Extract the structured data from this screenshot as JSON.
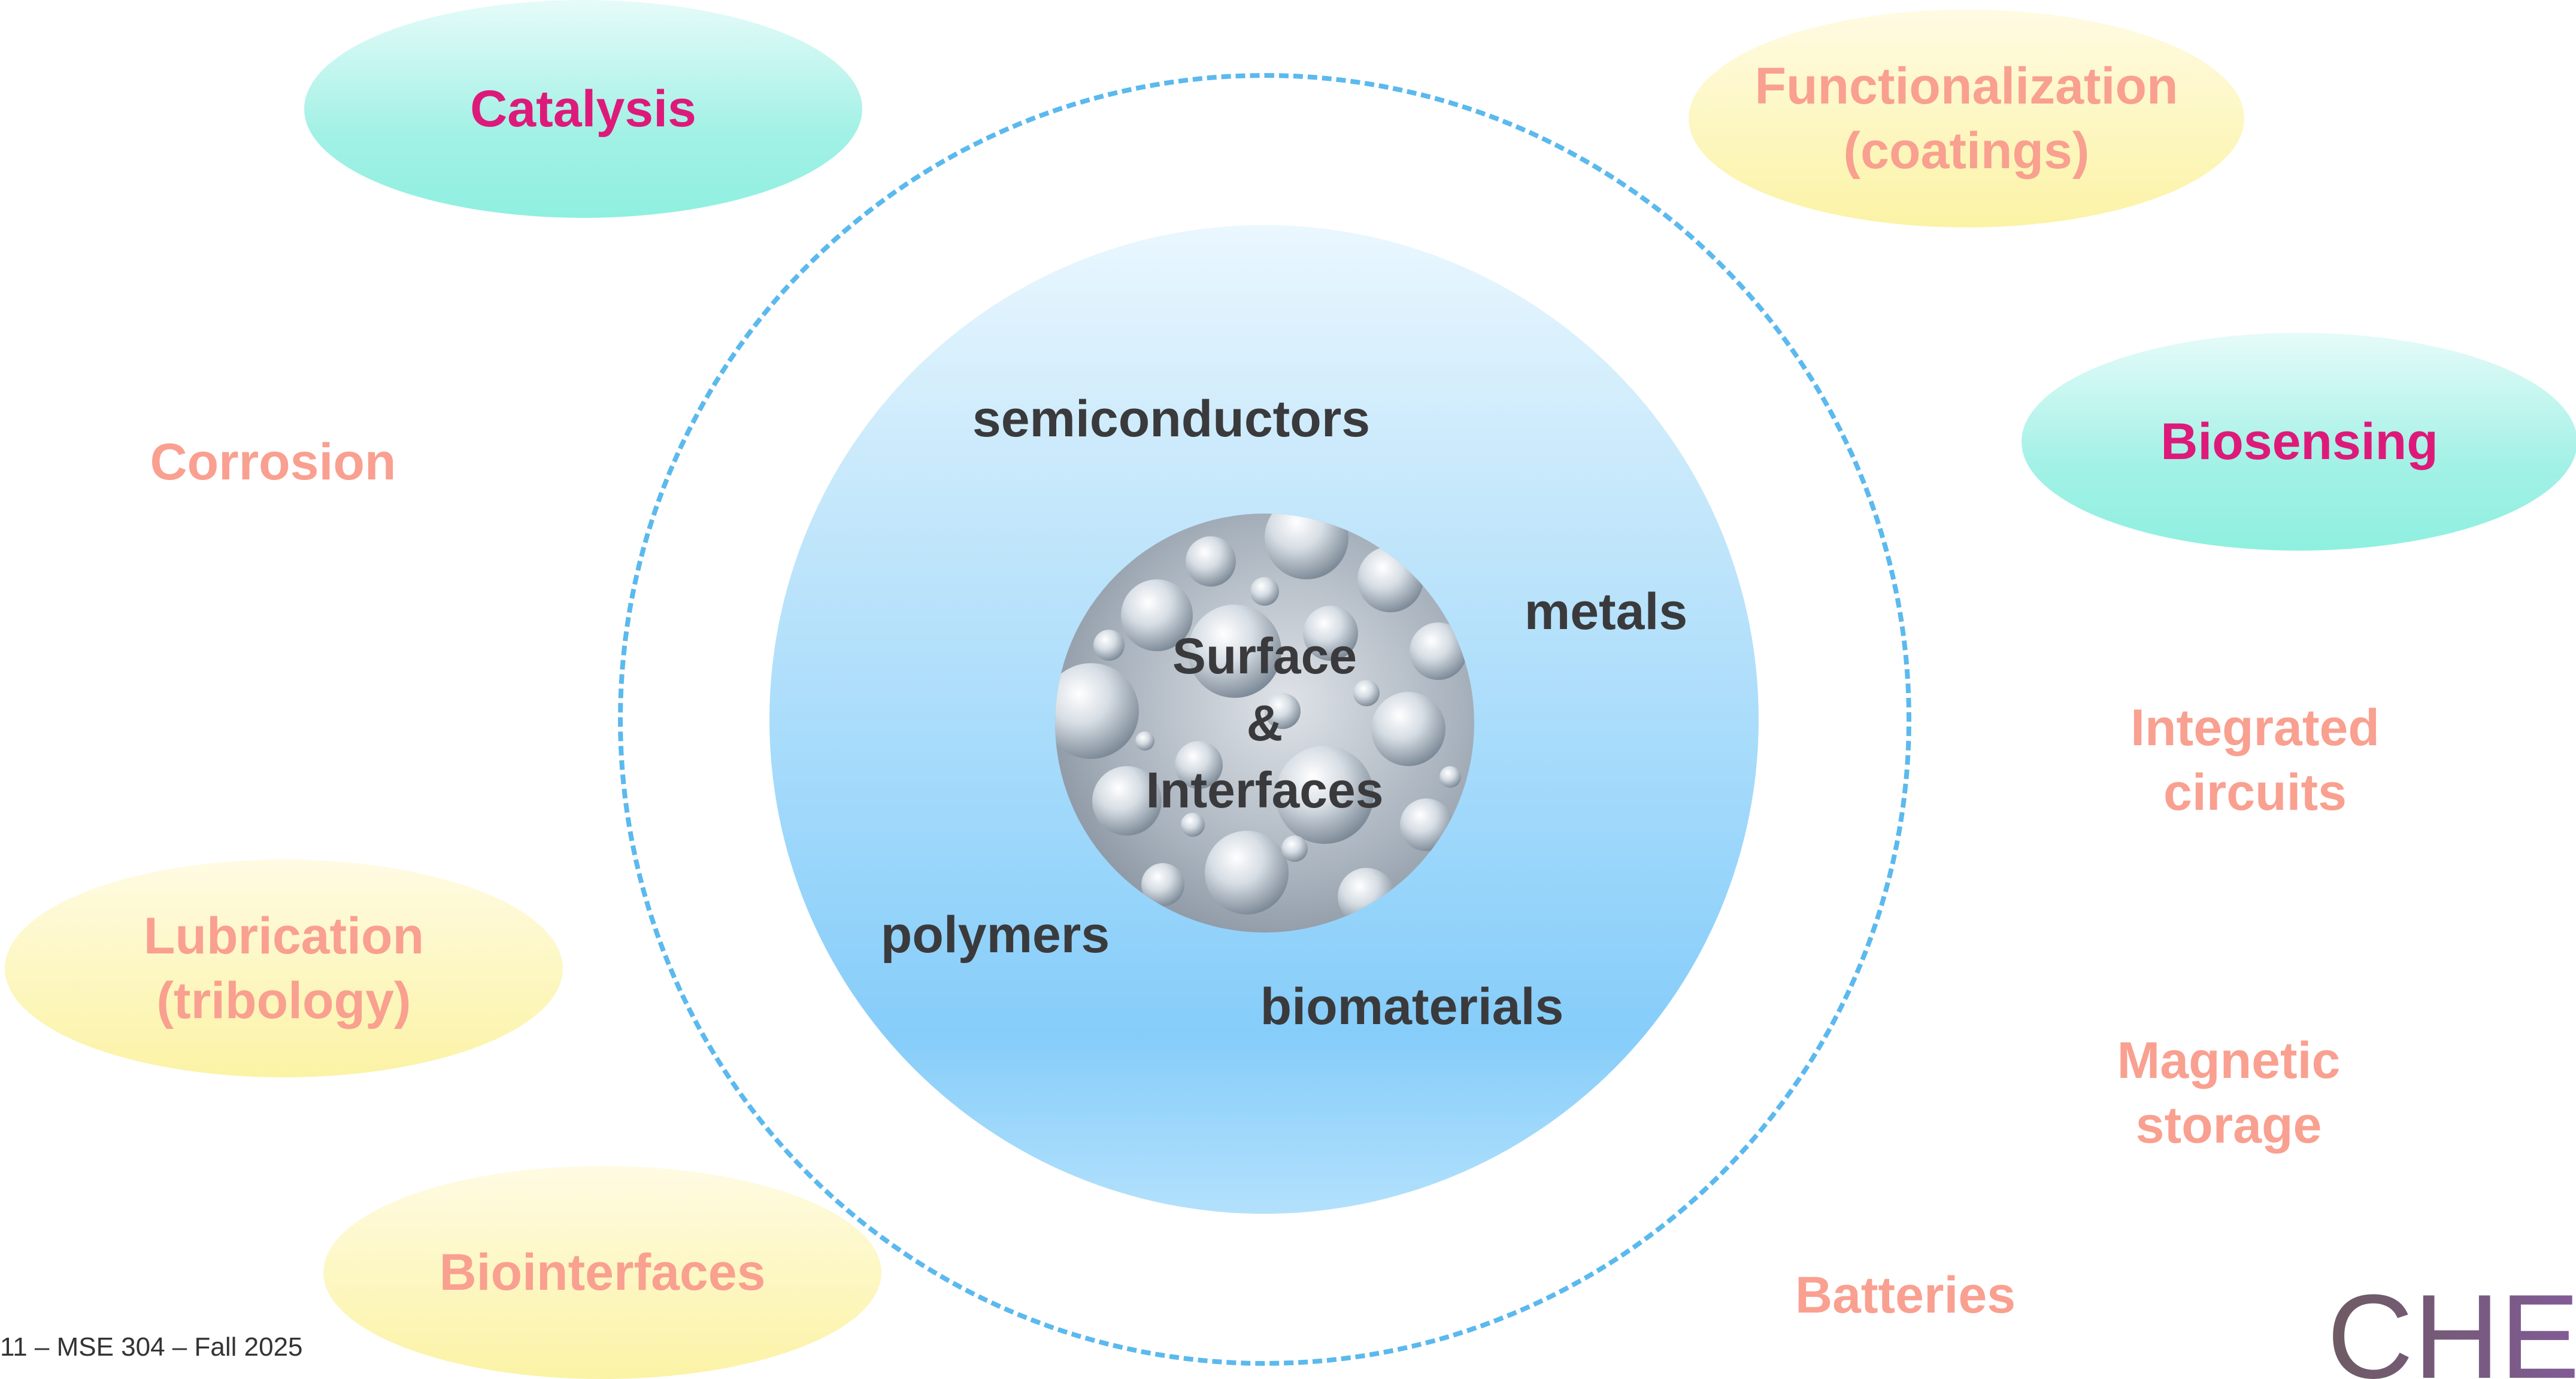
{
  "diagram": {
    "center": {
      "line1": "Surface",
      "line2": "&",
      "line3": "Interfaces"
    },
    "materials": {
      "semiconductors": "semiconductors",
      "metals": "metals",
      "polymers": "polymers",
      "biomaterials": "biomaterials"
    },
    "applications": {
      "catalysis": "Catalysis",
      "functionalization_line1": "Functionalization",
      "functionalization_line2": "(coatings)",
      "biosensing": "Biosensing",
      "corrosion": "Corrosion",
      "integrated_circuits_line1": "Integrated",
      "integrated_circuits_line2": "circuits",
      "lubrication_line1": "Lubrication",
      "lubrication_line2": "(tribology)",
      "magnetic_storage_line1": "Magnetic",
      "magnetic_storage_line2": "storage",
      "biointerfaces": "Biointerfaces",
      "batteries": "Batteries"
    }
  },
  "footer": {
    "course": "11 – MSE 304 – Fall 2025"
  },
  "logo": {
    "text": "CHEM"
  },
  "colors": {
    "highlight_text": "#dd1a7a",
    "application_text": "#f9a090",
    "material_text": "#3a3a3c",
    "ring": "#5bb9ee"
  }
}
